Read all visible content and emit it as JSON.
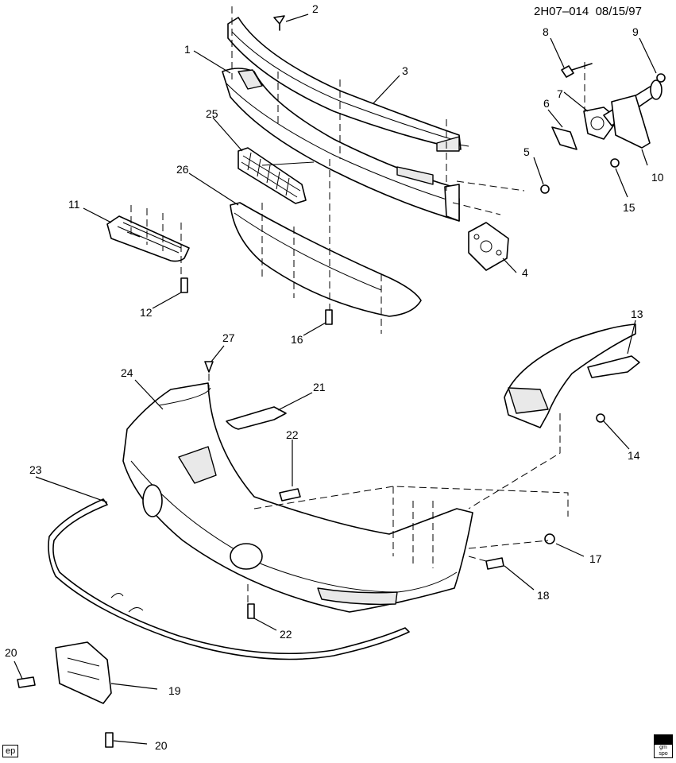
{
  "header": {
    "code": "2H07–014",
    "date": "08/15/97"
  },
  "footer": {
    "tag": "ep",
    "logo_text": "gm spo"
  },
  "callouts": {
    "c1": "1",
    "c2": "2",
    "c3": "3",
    "c4": "4",
    "c5": "5",
    "c6": "6",
    "c7": "7",
    "c8": "8",
    "c9": "9",
    "c10": "10",
    "c11": "11",
    "c12": "12",
    "c13": "13",
    "c14": "14",
    "c15": "15",
    "c16": "16",
    "c17": "17",
    "c18": "18",
    "c19": "19",
    "c20a": "20",
    "c20b": "20",
    "c21": "21",
    "c22a": "22",
    "c22b": "22",
    "c23": "23",
    "c24": "24",
    "c25": "25",
    "c26": "26",
    "c27": "27"
  }
}
